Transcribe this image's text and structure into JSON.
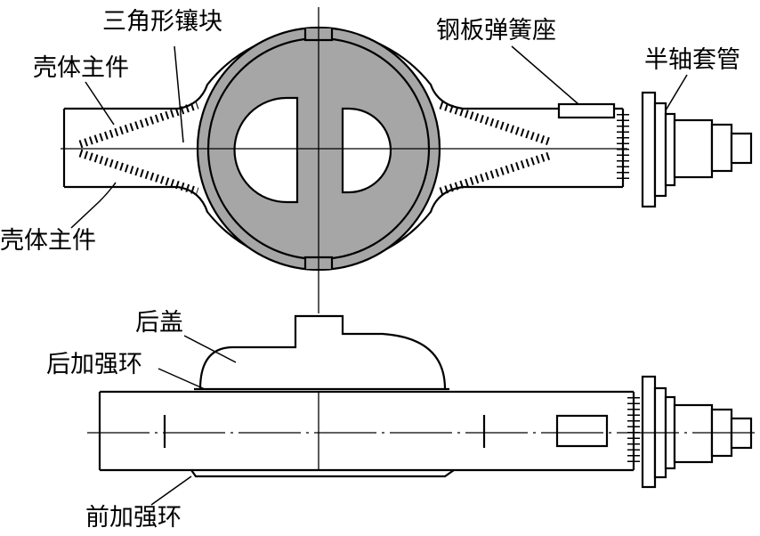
{
  "labels": {
    "triangle_insert": "三角形镶块",
    "housing_main_top": "壳体主件",
    "housing_main_bottom": "壳体主件",
    "leaf_spring_seat": "钢板弹簧座",
    "axle_sleeve": "半轴套管",
    "rear_cover": "后盖",
    "rear_reinforcing_ring": "后加强环",
    "front_reinforcing_ring": "前加强环"
  },
  "colors": {
    "line": "#000000",
    "fill_gray": "#a6a6a6",
    "background": "#ffffff"
  }
}
